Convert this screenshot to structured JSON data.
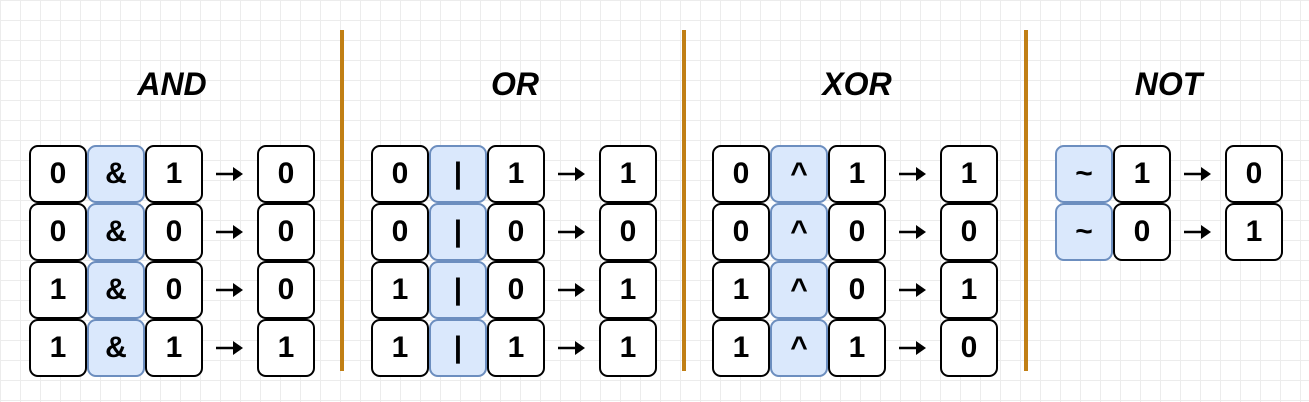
{
  "colors": {
    "divider": "#c17f14",
    "operator_fill": "#dae8fc",
    "operator_border": "#6c8ebf",
    "cell_border": "#000000"
  },
  "sections": [
    {
      "title": "AND",
      "op": "&",
      "rows": [
        {
          "a": "0",
          "b": "1",
          "result": "0"
        },
        {
          "a": "0",
          "b": "0",
          "result": "0"
        },
        {
          "a": "1",
          "b": "0",
          "result": "0"
        },
        {
          "a": "1",
          "b": "1",
          "result": "1"
        }
      ]
    },
    {
      "title": "OR",
      "op": "|",
      "rows": [
        {
          "a": "0",
          "b": "1",
          "result": "1"
        },
        {
          "a": "0",
          "b": "0",
          "result": "0"
        },
        {
          "a": "1",
          "b": "0",
          "result": "1"
        },
        {
          "a": "1",
          "b": "1",
          "result": "1"
        }
      ]
    },
    {
      "title": "XOR",
      "op": "^",
      "rows": [
        {
          "a": "0",
          "b": "1",
          "result": "1"
        },
        {
          "a": "0",
          "b": "0",
          "result": "0"
        },
        {
          "a": "1",
          "b": "0",
          "result": "1"
        },
        {
          "a": "1",
          "b": "1",
          "result": "0"
        }
      ]
    },
    {
      "title": "NOT",
      "op": "~",
      "rows": [
        {
          "b": "1",
          "result": "0"
        },
        {
          "b": "0",
          "result": "1"
        }
      ]
    }
  ]
}
